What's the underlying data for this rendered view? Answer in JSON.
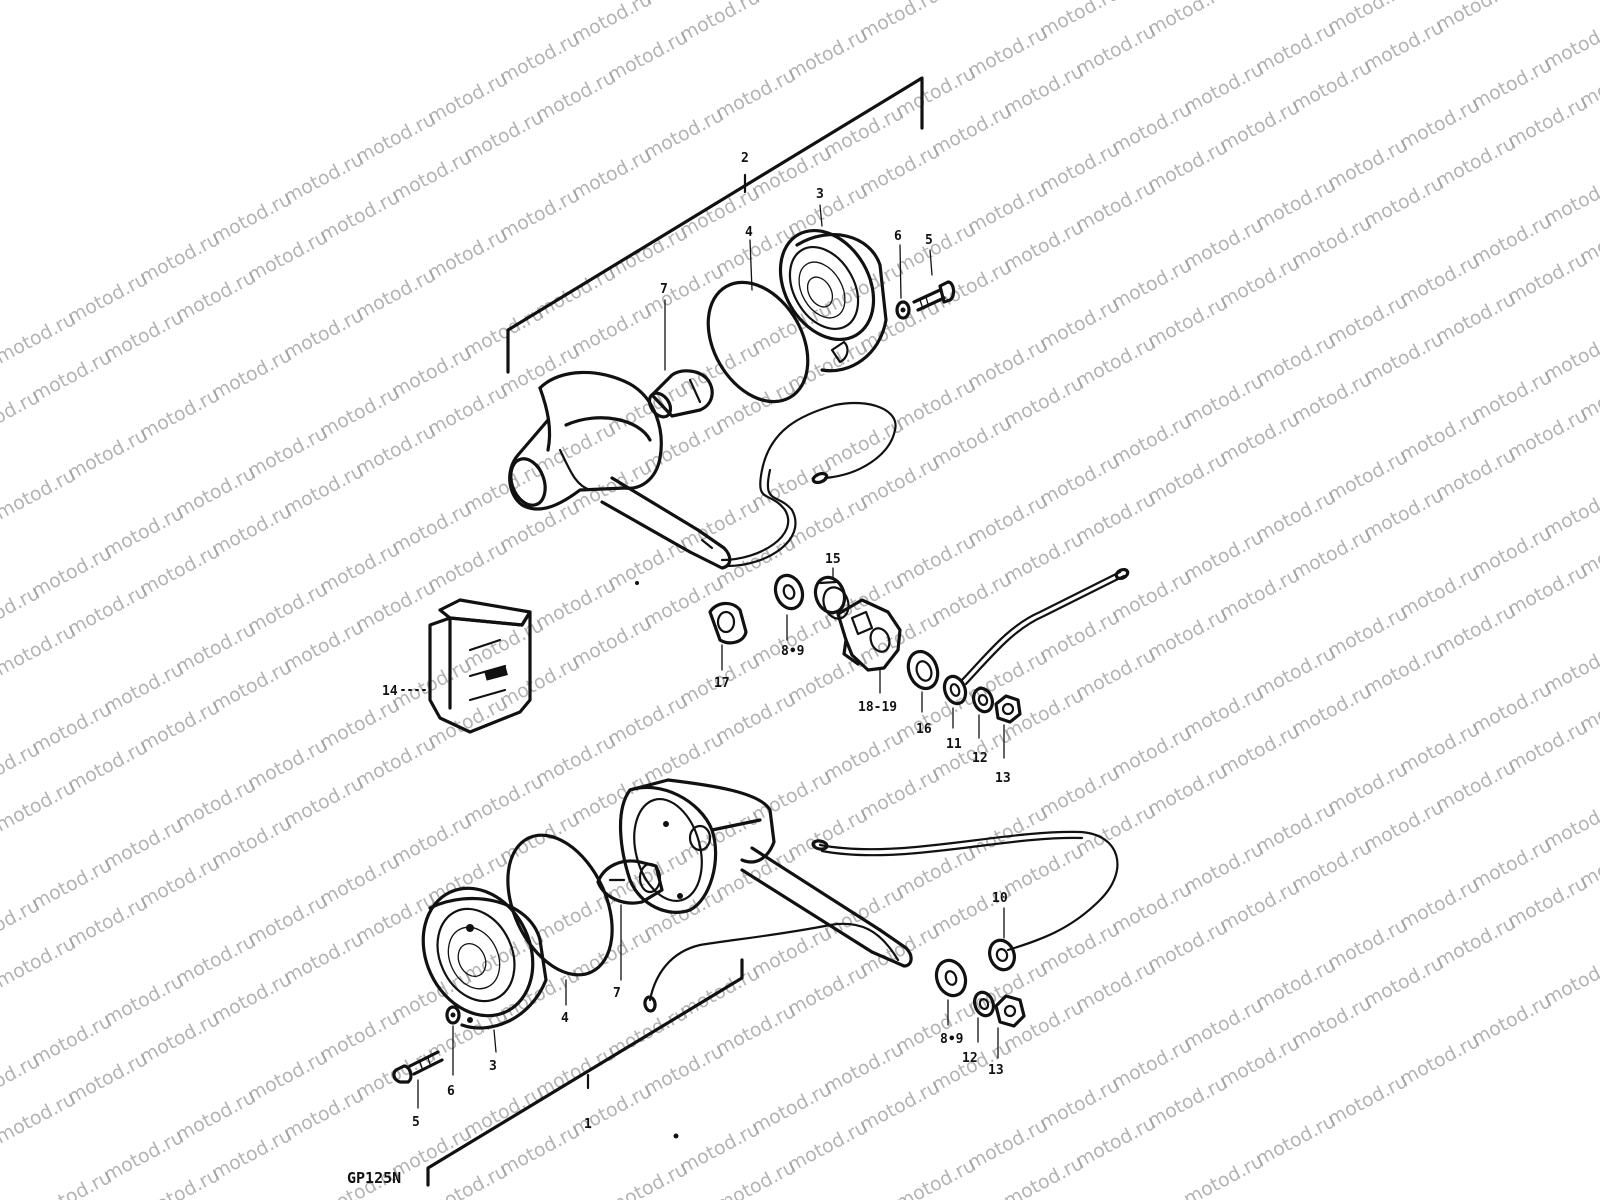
{
  "watermark": "motod.ru",
  "model_code": "GP125N",
  "callouts": {
    "upper_assembly": "2",
    "upper_lens": "3",
    "upper_gasket": "4",
    "upper_screw": "5",
    "upper_washer": "6",
    "upper_bulb": "7",
    "upper_washer_8_9": "8•9",
    "bracket": "18-19",
    "grommet_15": "15",
    "cushion_16": "16",
    "grommet_17": "17",
    "relay": "14",
    "ring_terminal_11": "11",
    "washer_12_upper": "12",
    "nut_13_upper": "13",
    "lower_assembly": "1",
    "lower_lens": "3",
    "lower_gasket": "4",
    "lower_screw": "5",
    "lower_washer": "6",
    "lower_bulb": "7",
    "lower_washer_8_9": "8•9",
    "ring_terminal_10": "10",
    "washer_12_lower": "12",
    "nut_13_lower": "13"
  }
}
